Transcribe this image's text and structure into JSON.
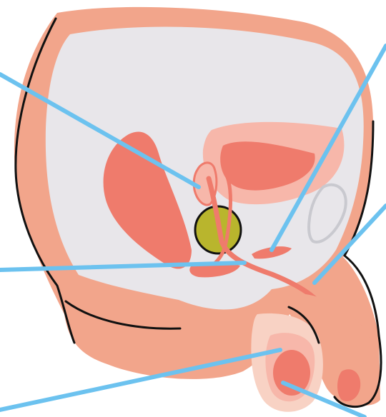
{
  "diagram": {
    "colors": {
      "skin": "#f2a58b",
      "skin_light": "#f6c2ae",
      "cavity": "#e8e6ea",
      "organ": "#ef7b6c",
      "organ_light": "#f7b7aa",
      "gland": "#b9b52d",
      "outline": "#111111",
      "pointer": "#6cc2ef",
      "bone_outline": "#c9c9cf",
      "scrotum": "#f8d2c4"
    },
    "pointer_lines": [
      {
        "name": "pointer-seminal-vesicle"
      },
      {
        "name": "pointer-bladder"
      },
      {
        "name": "pointer-urethra"
      },
      {
        "name": "pointer-prostate"
      },
      {
        "name": "pointer-epididymis"
      },
      {
        "name": "pointer-testis"
      }
    ]
  }
}
